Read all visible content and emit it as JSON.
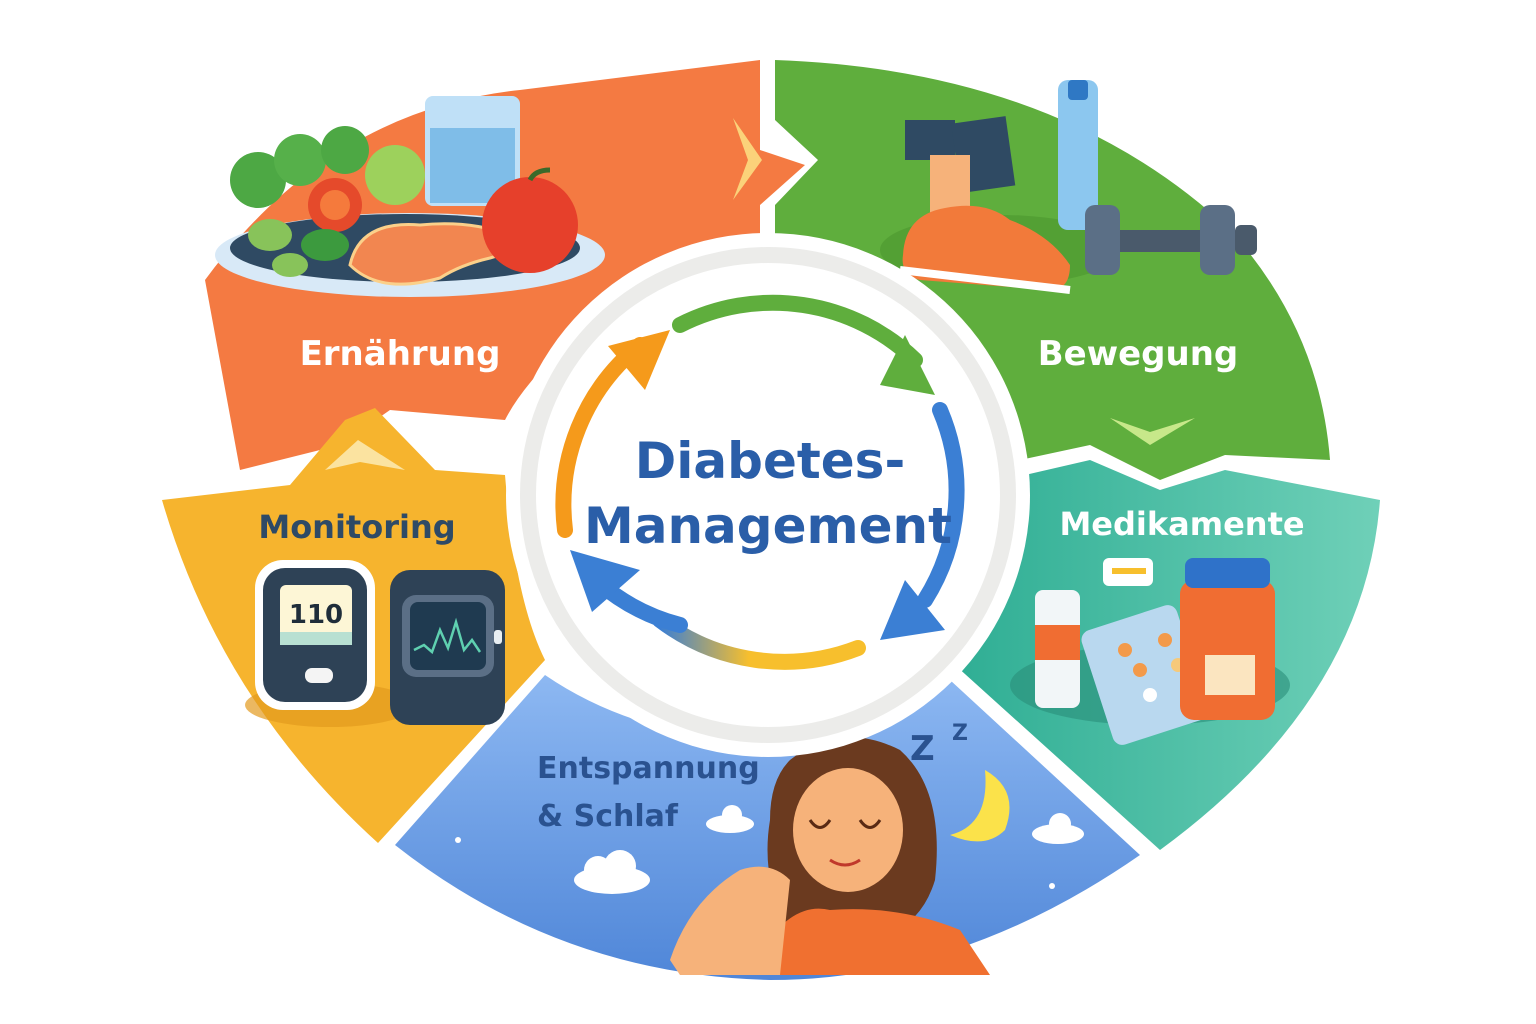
{
  "diagram": {
    "type": "cycle",
    "center": {
      "title_line1": "Diabetes-",
      "title_line2": "Management"
    },
    "segments": [
      {
        "id": "ernaehrung",
        "label": "Ernährung",
        "color": "#f47a42",
        "label_color": "#ffffff",
        "icons": [
          "salad-plate",
          "salmon",
          "apple",
          "tomato",
          "water-glass"
        ]
      },
      {
        "id": "bewegung",
        "label": "Bewegung",
        "color": "#5fae3d",
        "label_color": "#ffffff",
        "icons": [
          "running-shoe",
          "water-bottle",
          "dumbbell"
        ]
      },
      {
        "id": "medikamente",
        "label": "Medikamente",
        "color": "#3bb59a",
        "label_color": "#ffffff",
        "icons": [
          "insulin-pen",
          "pill-blister",
          "medicine-bottle",
          "capsule"
        ]
      },
      {
        "id": "entspannung",
        "label_line1": "Entspannung",
        "label_line2": "& Schlaf",
        "color": "#6fa0e8",
        "label_color": "#2a5290",
        "icons": [
          "sleeping-woman",
          "moon",
          "zzz",
          "clouds",
          "stars"
        ]
      },
      {
        "id": "monitoring",
        "label": "Monitoring",
        "color": "#f6b42e",
        "label_color": "#2e4a66",
        "icons": [
          "glucose-meter",
          "smartwatch"
        ]
      }
    ],
    "glucose_meter_reading": "110",
    "sleep_symbol": "Z Z",
    "cycle_arrows": [
      "orange-arrow",
      "green-arrow",
      "blue-arrow-right",
      "blue-arrow-bottom",
      "yellow-arc"
    ],
    "colors": {
      "center_text": "#2a5ea8",
      "arrow_orange": "#f59a1b",
      "arrow_green": "#5fae3d",
      "arrow_blue": "#3b7fd4",
      "arrow_yellow": "#f7bf2d"
    }
  }
}
